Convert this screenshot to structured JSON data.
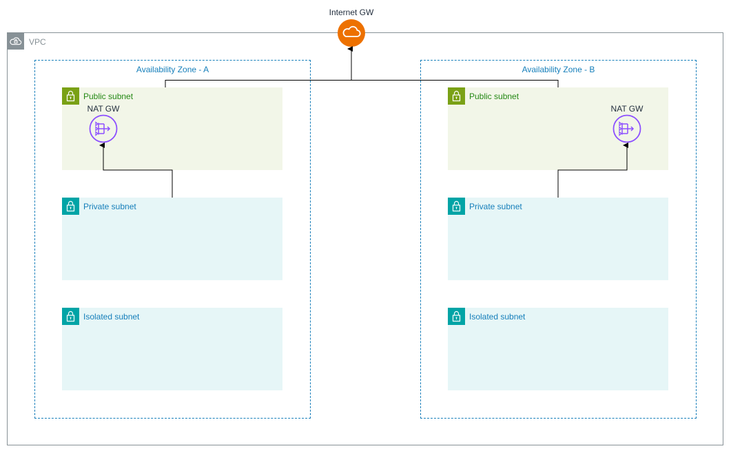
{
  "vpc": {
    "label": "VPC"
  },
  "internet_gw": {
    "label": "Internet GW"
  },
  "zones": [
    {
      "label": "Availability Zone - A",
      "public_subnet": "Public subnet",
      "private_subnet": "Private subnet",
      "isolated_subnet": "Isolated subnet",
      "nat_gw": "NAT GW"
    },
    {
      "label": "Availability Zone - B",
      "public_subnet": "Public subnet",
      "private_subnet": "Private subnet",
      "isolated_subnet": "Isolated subnet",
      "nat_gw": "NAT GW"
    }
  ],
  "colors": {
    "vpc": "#879196",
    "zone": "#147eba",
    "public": "#7aa116",
    "private": "#00a4a6",
    "nat": "#8c4fff",
    "igw": "#ed7100"
  },
  "icons": {
    "vpc": "cloud-lock-icon",
    "subnet": "padlock-icon",
    "nat": "nat-gateway-icon",
    "igw": "cloud-icon"
  }
}
